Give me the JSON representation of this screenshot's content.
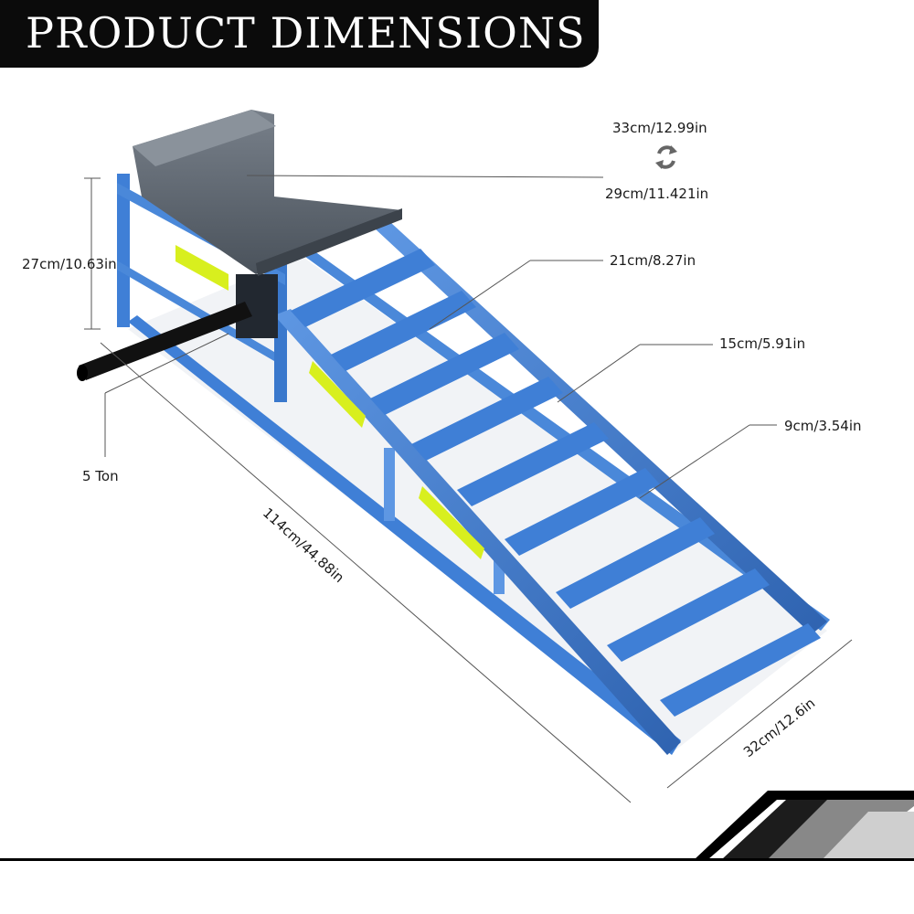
{
  "header": {
    "title": "PRODUCT DIMENSIONS"
  },
  "labels": {
    "platform_length": "33cm/12.99in",
    "platform_width": "29cm/11.421in",
    "height": "27cm/10.63in",
    "step_1": "21cm/8.27in",
    "step_2": "15cm/5.91in",
    "step_3": "9cm/3.54in",
    "capacity": "5 Ton",
    "length": "114cm/44.88in",
    "width": "32cm/12.6in"
  },
  "icons": {
    "swap": "swap-arrows-icon"
  },
  "colors": {
    "header_bg": "#0b0b0b",
    "ramp_blue": "#3f7fd6",
    "ramp_dark": "#2f63b0",
    "platform_gray": "#5d6670",
    "reflector": "#d8ef1e",
    "handle": "#111111"
  }
}
